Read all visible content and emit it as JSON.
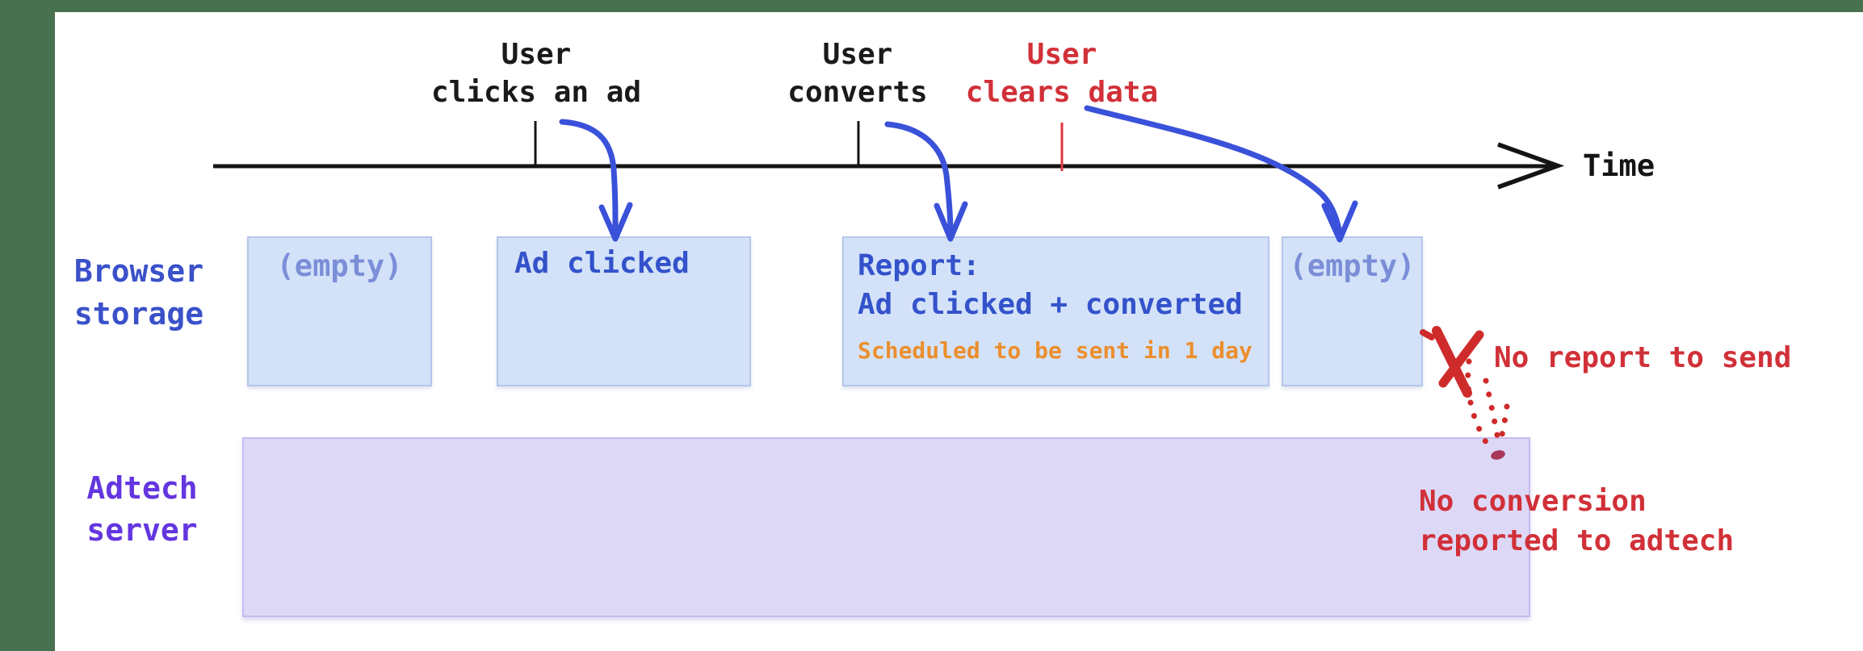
{
  "diagram": {
    "timeline": {
      "axis_label": "Time",
      "events": [
        {
          "line1": "User",
          "line2": "clicks an ad"
        },
        {
          "line1": "User",
          "line2": "converts"
        },
        {
          "line1": "User",
          "line2": "clears data"
        }
      ]
    },
    "rows": [
      {
        "line1": "Browser",
        "line2": "storage"
      },
      {
        "line1": "Adtech",
        "line2": "server"
      }
    ],
    "storage_boxes": [
      {
        "text": "(empty)"
      },
      {
        "text": "Ad clicked"
      },
      {
        "line1": "Report:",
        "line2": "Ad clicked + converted",
        "note": "Scheduled to be sent in 1 day"
      },
      {
        "text": "(empty)"
      }
    ],
    "annotations": {
      "no_report": "No report to send",
      "no_conversion_line1": "No conversion",
      "no_conversion_line2": "reported to adtech"
    },
    "colors": {
      "frame_green": "#48724f",
      "storage_box_fill": "#d3e2f8",
      "storage_box_border": "#b6c6ea",
      "server_box_fill": "#ded8f7",
      "server_box_border": "#c7baf0",
      "box_text_blue": "#3352cb",
      "empty_text_blue": "#7b8ed8",
      "label_blue": "#3a51c9",
      "label_purple": "#6436df",
      "note_orange": "#ec8e2d",
      "alert_red": "#d13038",
      "cross_red": "#cf2b2b",
      "arrow_blue": "#3a51d9",
      "timeline_black": "#141414"
    }
  }
}
